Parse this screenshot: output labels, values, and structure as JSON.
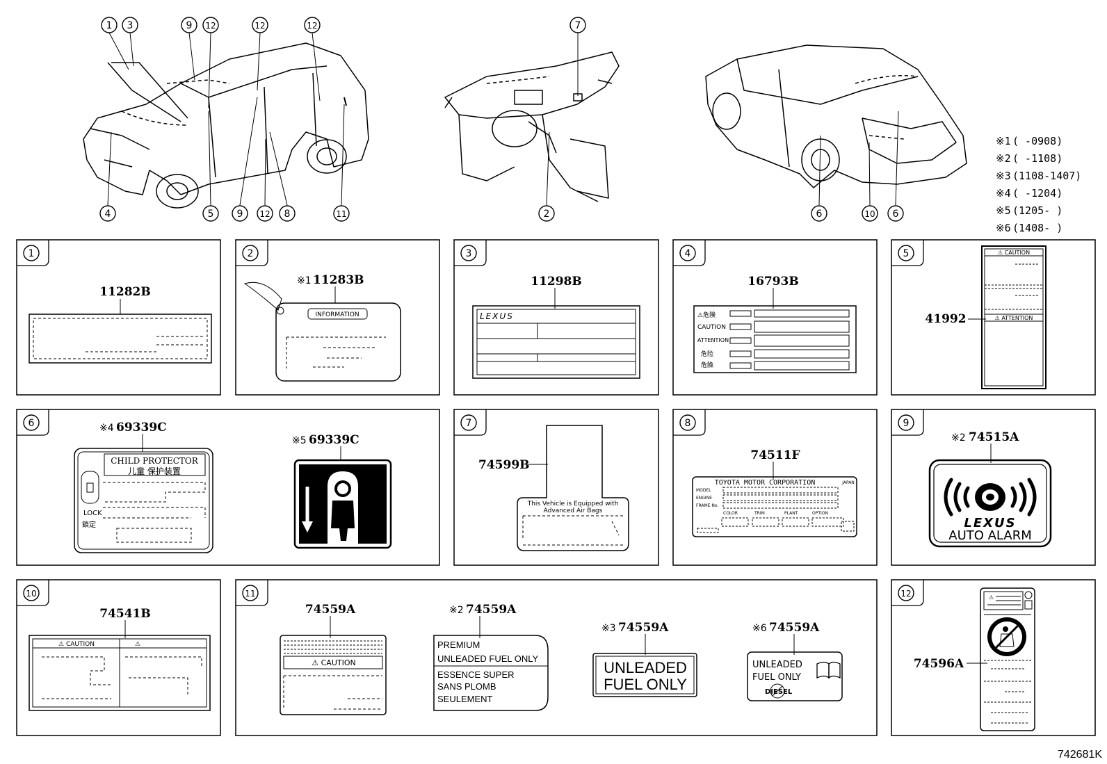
{
  "diagram": {
    "id": "742681K",
    "top_callouts": {
      "front_car": [
        "1",
        "3",
        "9",
        "12",
        "12",
        "12",
        "4",
        "5",
        "9",
        "12",
        "8",
        "11"
      ],
      "dashboard": [
        "7",
        "2"
      ],
      "rear_car": [
        "6",
        "10",
        "6"
      ]
    },
    "notes": [
      {
        "mark": "※1",
        "range": "(     -0908)"
      },
      {
        "mark": "※2",
        "range": "(      -1108)"
      },
      {
        "mark": "※3",
        "range": "(1108-1407)"
      },
      {
        "mark": "※4",
        "range": "(      -1204)"
      },
      {
        "mark": "※5",
        "range": "(1205-      )"
      },
      {
        "mark": "※6",
        "range": "(1408-      )"
      }
    ],
    "panels": [
      {
        "num": "1",
        "parts": [
          {
            "mark": "",
            "part": "11282B"
          }
        ]
      },
      {
        "num": "2",
        "parts": [
          {
            "mark": "※1",
            "part": "11283B"
          }
        ],
        "label_text": "INFORMATION"
      },
      {
        "num": "3",
        "parts": [
          {
            "mark": "",
            "part": "11298B"
          }
        ],
        "label_text": "LEXUS"
      },
      {
        "num": "4",
        "parts": [
          {
            "mark": "",
            "part": "16793B"
          }
        ],
        "rows": [
          "⚠危険",
          "CAUTION",
          "ATTENTION",
          "危险",
          "危險"
        ]
      },
      {
        "num": "5",
        "parts": [
          {
            "mark": "",
            "part": "41992"
          }
        ],
        "rows": [
          "⚠ CAUTION",
          "⚠ ATTENTION"
        ]
      },
      {
        "num": "6",
        "parts": [
          {
            "mark": "※4",
            "part": "69339C"
          },
          {
            "mark": "※5",
            "part": "69339C"
          }
        ],
        "label_text": [
          "CHILD PROTECTOR",
          "儿童 保护装置",
          "LOCK",
          "鎖定"
        ]
      },
      {
        "num": "7",
        "parts": [
          {
            "mark": "",
            "part": "74599B"
          }
        ],
        "label_text": [
          "This Vehicle is Equipped with",
          "Advanced Air Bags"
        ]
      },
      {
        "num": "8",
        "parts": [
          {
            "mark": "",
            "part": "74511F"
          }
        ],
        "label_text": [
          "TOYOTA MOTOR CORPORATION",
          "JAPAN",
          "MODEL",
          "ENGINE",
          "FRAME No.",
          "COLOR",
          "TRIM",
          "PLANT",
          "OPTION"
        ]
      },
      {
        "num": "9",
        "parts": [
          {
            "mark": "※2",
            "part": "74515A"
          }
        ],
        "label_text": [
          "LEXUS",
          "AUTO ALARM"
        ]
      },
      {
        "num": "10",
        "parts": [
          {
            "mark": "",
            "part": "74541B"
          }
        ],
        "label_text": "⚠ CAUTION"
      },
      {
        "num": "11",
        "parts": [
          {
            "mark": "",
            "part": "74559A"
          },
          {
            "mark": "※2",
            "part": "74559A"
          },
          {
            "mark": "※3",
            "part": "74559A"
          },
          {
            "mark": "※6",
            "part": "74559A"
          }
        ],
        "label_text": [
          "⚠ CAUTION",
          "PREMIUM",
          "UNLEADED FUEL ONLY",
          "ESSENCE SUPER",
          "SANS PLOMB",
          "SEULEMENT",
          "UNLEADED",
          "FUEL ONLY",
          "UNLEADED",
          "FUEL ONLY",
          "DIESEL"
        ]
      },
      {
        "num": "12",
        "parts": [
          {
            "mark": "",
            "part": "74596A"
          }
        ]
      }
    ]
  }
}
